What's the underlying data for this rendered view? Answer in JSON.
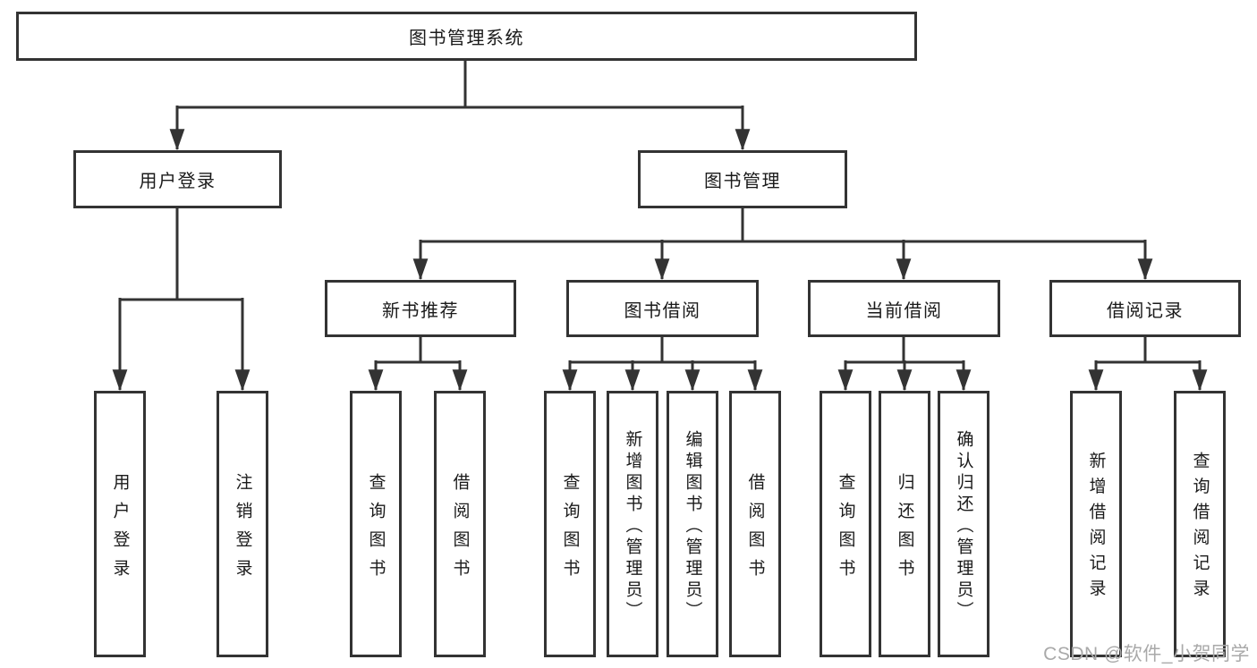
{
  "tree": {
    "label": "图书管理系统",
    "children": [
      {
        "label": "用户登录",
        "children": [
          {
            "label": "用户登录"
          },
          {
            "label": "注销登录"
          }
        ]
      },
      {
        "label": "图书管理",
        "children": [
          {
            "label": "新书推荐",
            "children": [
              {
                "label": "查询图书"
              },
              {
                "label": "借阅图书"
              }
            ]
          },
          {
            "label": "图书借阅",
            "children": [
              {
                "label": "查询图书"
              },
              {
                "label": "新增图书（管理员）"
              },
              {
                "label": "编辑图书（管理员）"
              },
              {
                "label": "借阅图书"
              }
            ]
          },
          {
            "label": "当前借阅",
            "children": [
              {
                "label": "查询图书"
              },
              {
                "label": "归还图书"
              },
              {
                "label": "确认归还（管理员）"
              }
            ]
          },
          {
            "label": "借阅记录",
            "children": [
              {
                "label": "新增借阅记录"
              },
              {
                "label": "查询借阅记录"
              }
            ]
          }
        ]
      }
    ]
  },
  "watermark": {
    "text": "CSDN @软件_小贺同学"
  },
  "colors": {
    "line": "#333333",
    "text": "#1a1a1a",
    "watermark": "#a9a9a9",
    "background": "#ffffff"
  }
}
